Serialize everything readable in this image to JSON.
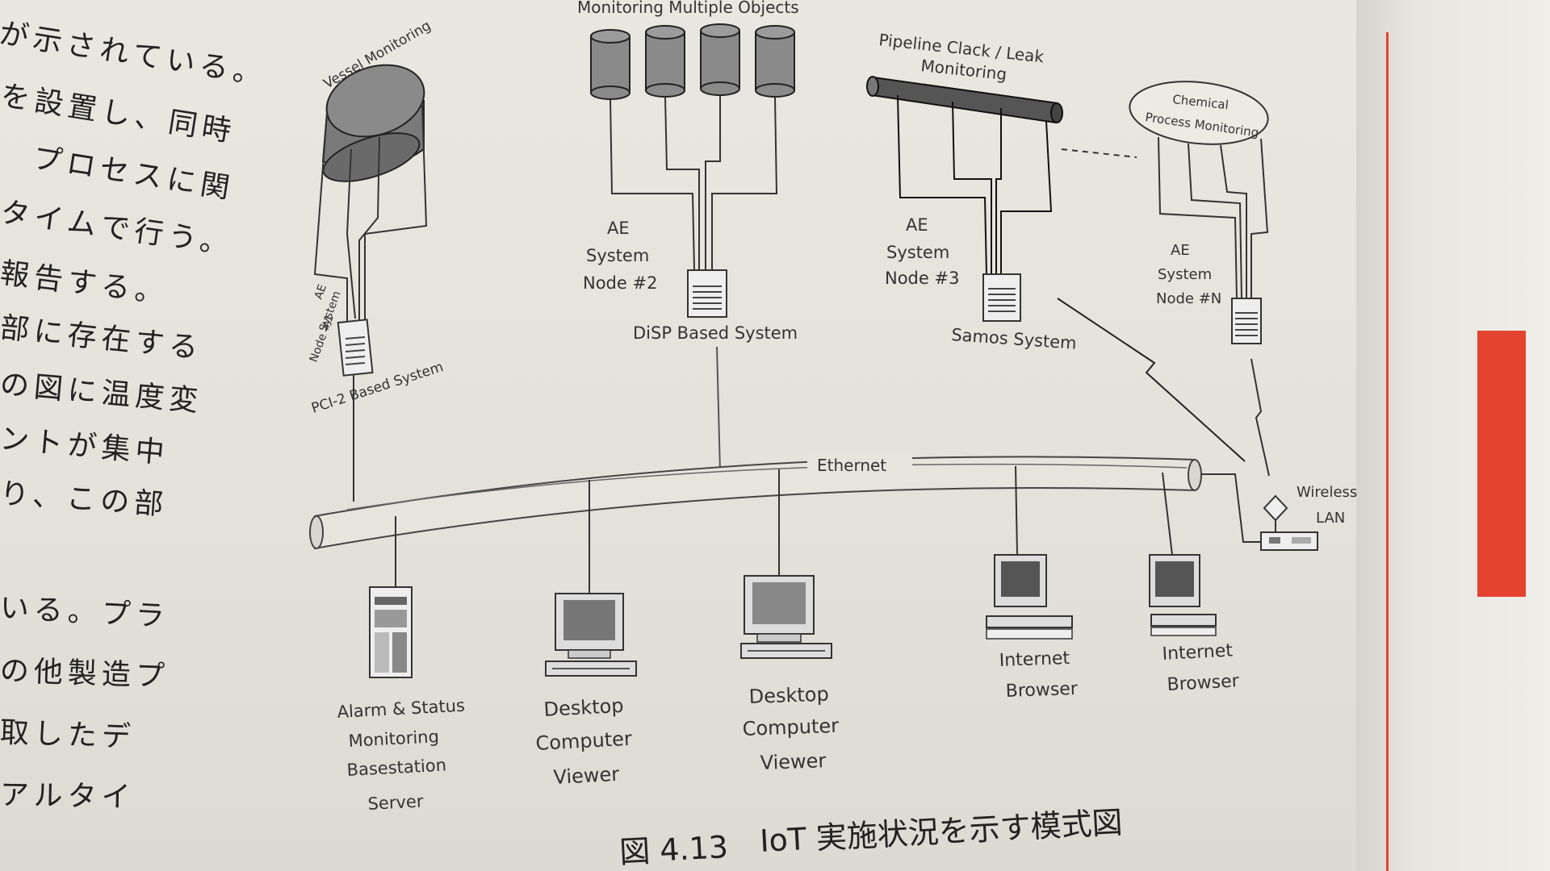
{
  "left_page_text": [
    "が示されている。",
    "を設置し、同時",
    "プロセスに関",
    "タイムで行う。",
    "報告する。",
    "部に存在する",
    "の図に温度変",
    "ントが集中",
    "り、この部",
    "いる。プラ",
    "の他製造プ",
    "取したデ",
    "アルタイ"
  ],
  "diagram": {
    "sources": {
      "vessel": "Vessel Monitoring",
      "multiple": "Monitoring Multiple Objects",
      "pipeline_1": "Pipeline Clack / Leak",
      "pipeline_2": "Monitoring",
      "chemical_1": "Chemical",
      "chemical_2": "Process Monitoring"
    },
    "nodes": {
      "node1": [
        "AE",
        "System",
        "Node #1"
      ],
      "node2": [
        "AE",
        "System",
        "Node #2"
      ],
      "node3": [
        "AE",
        "System",
        "Node #3"
      ],
      "nodeN": [
        "AE",
        "System",
        "Node #N"
      ]
    },
    "systems": {
      "pci2": "PCI-2 Based System",
      "disp": "DiSP Based System",
      "samos": "Samos System"
    },
    "network": {
      "ethernet": "Ethernet",
      "wireless_1": "Wireless",
      "wireless_2": "LAN"
    },
    "clients": {
      "server": [
        "Alarm & Status",
        "Monitoring",
        "Basestation",
        "Server"
      ],
      "desktop1": [
        "Desktop",
        "Computer",
        "Viewer"
      ],
      "desktop2": [
        "Desktop",
        "Computer",
        "Viewer"
      ],
      "browser1": [
        "Internet",
        "Browser"
      ],
      "browser2": [
        "Internet",
        "Browser"
      ]
    },
    "caption_number": "図 4.13",
    "caption_text": "IoT 実施状況を示す模式図"
  }
}
